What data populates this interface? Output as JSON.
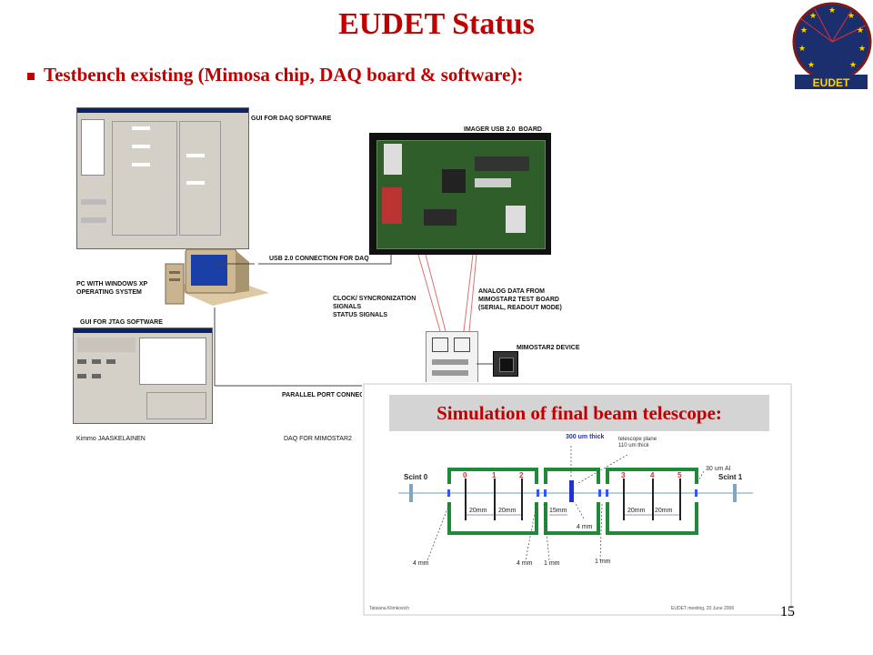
{
  "slide": {
    "title": "EUDET Status",
    "bullet": "Testbench existing (Mimosa chip, DAQ board & software):",
    "page_number": "15",
    "logo_text": "EUDET"
  },
  "testbench": {
    "gui_daq": "GUI FOR DAQ SOFTWARE",
    "imager_board": "IMAGER USB 2.0  BOARD",
    "usb_connection": "USB 2.0 CONNECTION FOR DAQ",
    "pc": "PC WITH WINDOWS XP\nOPERATING SYSTEM",
    "clock_signals": "CLOCK/ SYNCRONIZATION\nSIGNALS\nSTATUS SIGNALS",
    "analog_data": "ANALOG DATA FROM\nMIMOSTAR2 TEST BOARD\n(SERIAL, READOUT MODE)",
    "gui_jtag": "GUI FOR JTAG SOFTWARE",
    "mimostar_device": "MIMOSTAR2 DEVICE",
    "parallel_port": "PARALLEL PORT CONNECTI",
    "author": "Kimmo JAASKELAINEN",
    "daq_for": "DAQ FOR MIMOSTAR2"
  },
  "simulation": {
    "title": "Simulation of final beam telescope:",
    "scint0": "Scint 0",
    "scint1": "Scint 1",
    "plane_numbers": [
      "0",
      "1",
      "2",
      "3",
      "4",
      "5"
    ],
    "thickness_300": "300 um thick",
    "telescope_plane": "telescope plane\n110 um thick",
    "al_30": "30 um Al",
    "gap_20mm": "20mm",
    "gap_15mm": "15mm",
    "dist_4mm": "4 mm",
    "dist_1mm": "1 mm",
    "footer_left": "Tatsiana Klimkovich",
    "footer_right": "EUDET meeting, 20 June 2006"
  },
  "colors": {
    "title_red": "#c00000",
    "wire_red": "#e07070",
    "wire_gray": "#444444",
    "frame_green": "#1f8a3a",
    "board_bg": "#111111",
    "board_pcb": "#2f5e2a",
    "sim_caption_bg": "#d4d4d4"
  }
}
